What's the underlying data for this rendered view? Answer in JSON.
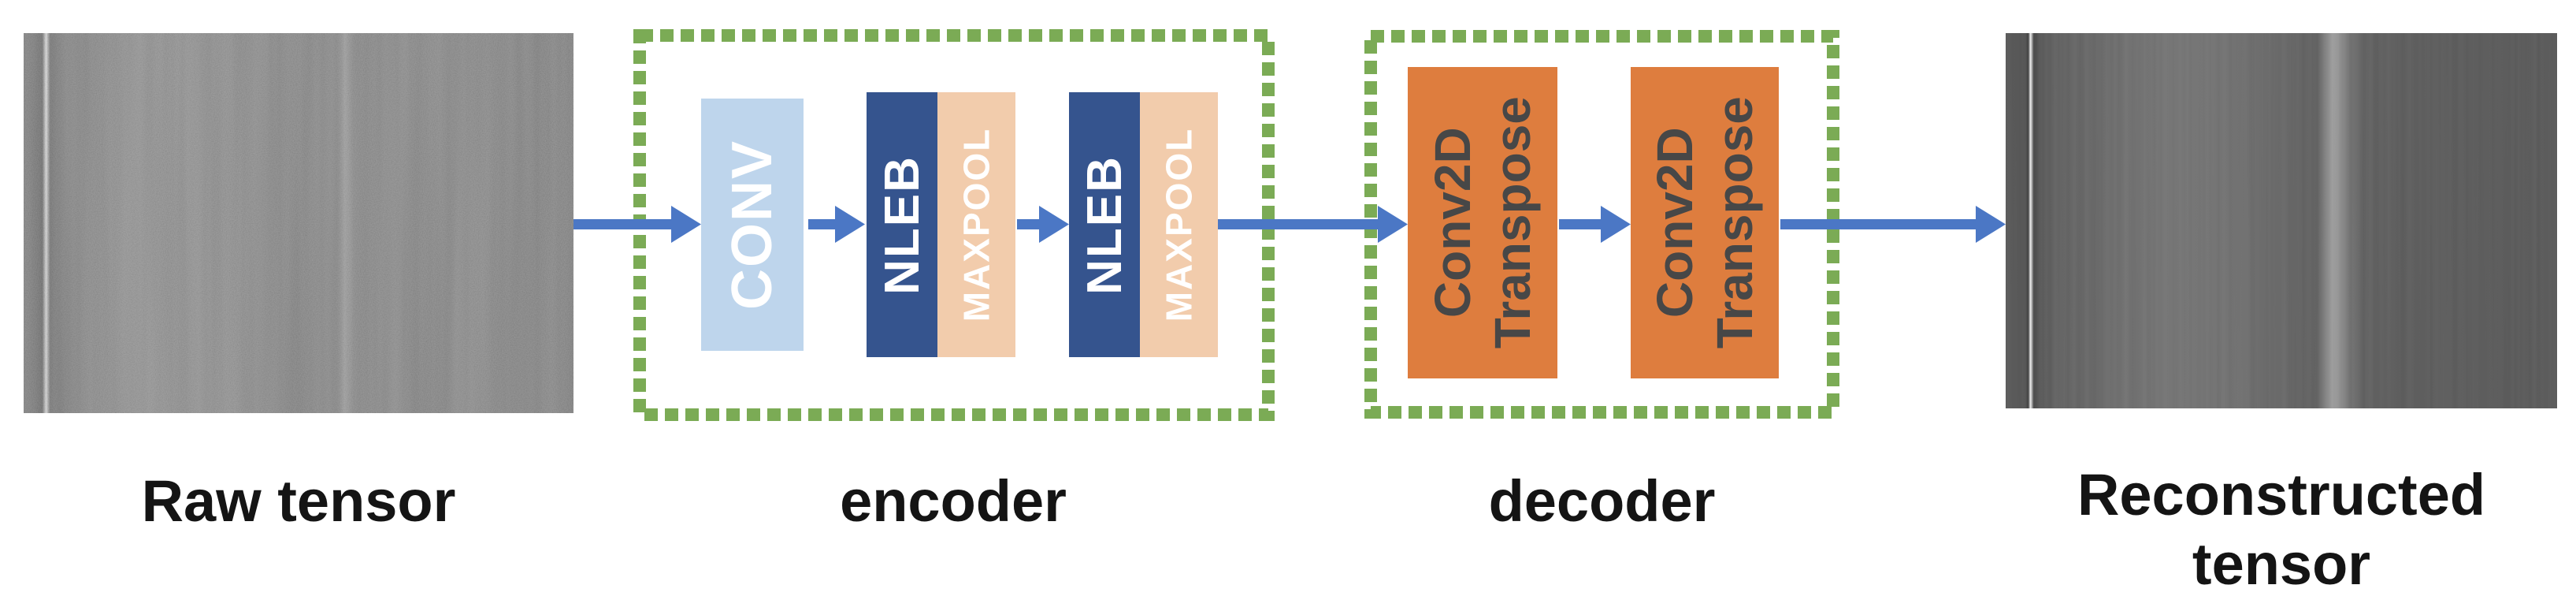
{
  "colors": {
    "canvas_background": "#FFFFFF",
    "arrow_blue": "#4B77C5",
    "dashed_border_green": "#7BAB55",
    "conv_fill": "#BED5EC",
    "nleb_fill": "#35548E",
    "maxpool_fill": "#F2CCAC",
    "decoder_block_fill": "#DE7D3E",
    "block_text_light": "#FFFFFF",
    "decoder_block_text": "#474747",
    "caption_text": "#141414"
  },
  "stages": {
    "input": {
      "caption": "Raw tensor",
      "image_kind": "noisy grayscale spectrogram-like tensor"
    },
    "encoder": {
      "caption": "encoder",
      "blocks": [
        {
          "label": "CONV"
        },
        {
          "label": "NLEB"
        },
        {
          "label": "MAXPOOL"
        },
        {
          "label": "NLEB"
        },
        {
          "label": "MAXPOOL"
        }
      ]
    },
    "decoder": {
      "caption": "decoder",
      "blocks": [
        {
          "line1": "Conv2D",
          "line2": "Transpose"
        },
        {
          "line1": "Conv2D",
          "line2": "Transpose"
        }
      ]
    },
    "output": {
      "caption_line1": "Reconstructed",
      "caption_line2": "tensor",
      "image_kind": "smooth vertical-banded grayscale tensor"
    }
  }
}
